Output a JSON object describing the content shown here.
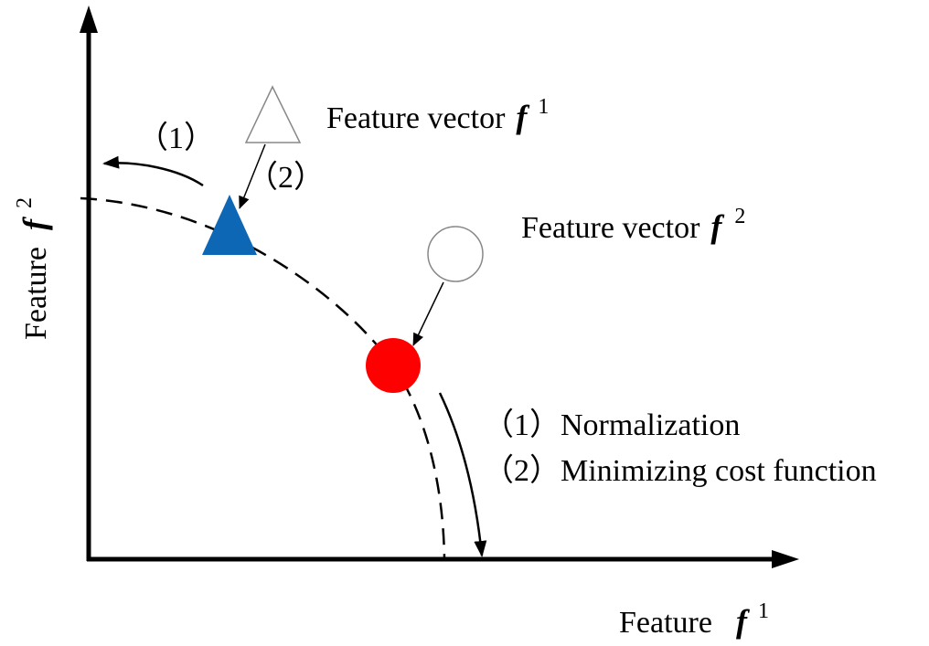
{
  "labels": {
    "x_axis_word": "Feature",
    "x_axis_symbol": "f",
    "x_axis_sup": "1",
    "y_axis_word": "Feature",
    "y_axis_symbol": "f",
    "y_axis_sup": "2",
    "fv1_word": "Feature vector",
    "fv1_symbol": "f",
    "fv1_sup": "1",
    "fv2_word": "Feature vector",
    "fv2_symbol": "f",
    "fv2_sup": "2",
    "step1_mark": "（1）",
    "step2_mark": "（2）",
    "legend_1": "（1）Normalization",
    "legend_2": "（2）Minimizing cost function"
  },
  "colors": {
    "triangle_fill": "#0e67b4",
    "circle_fill": "#ff0000",
    "outline": "#888888",
    "line": "#000000"
  }
}
